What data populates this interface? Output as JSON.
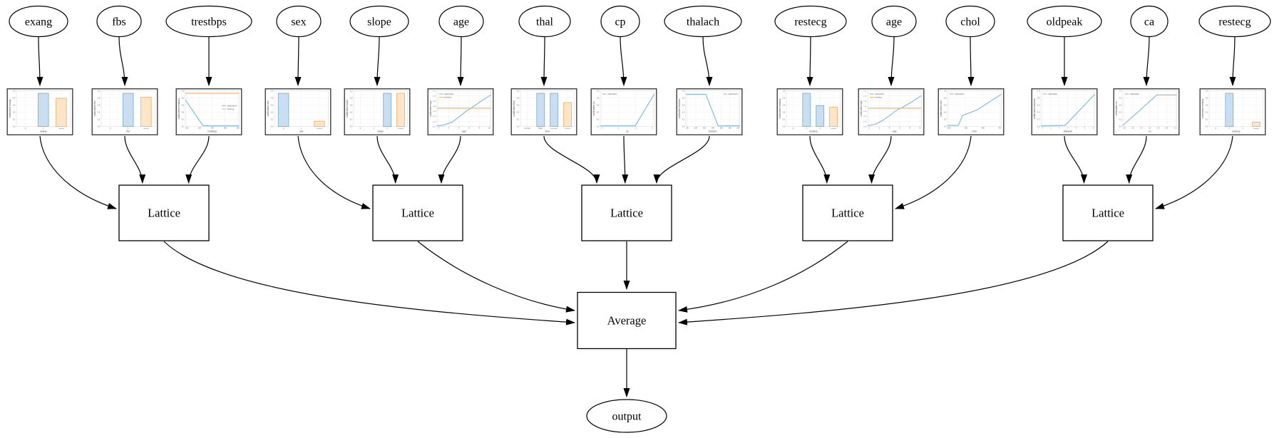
{
  "nodes": {
    "features": [
      {
        "label": "exang"
      },
      {
        "label": "fbs"
      },
      {
        "label": "trestbps"
      },
      {
        "label": "sex"
      },
      {
        "label": "slope"
      },
      {
        "label": "age"
      },
      {
        "label": "thal"
      },
      {
        "label": "cp"
      },
      {
        "label": "thalach"
      },
      {
        "label": "restecg"
      },
      {
        "label": "age"
      },
      {
        "label": "chol"
      },
      {
        "label": "oldpeak"
      },
      {
        "label": "ca"
      },
      {
        "label": "restecg"
      }
    ],
    "lattices": [
      {
        "label": "Lattice"
      },
      {
        "label": "Lattice"
      },
      {
        "label": "Lattice"
      },
      {
        "label": "Lattice"
      },
      {
        "label": "Lattice"
      }
    ],
    "average": {
      "label": "Average"
    },
    "output": {
      "label": "output"
    }
  },
  "groups": [
    [
      0,
      1,
      2
    ],
    [
      3,
      4,
      5
    ],
    [
      6,
      7,
      8
    ],
    [
      9,
      10,
      11
    ],
    [
      12,
      13,
      14
    ]
  ],
  "colors": {
    "calibrated_line": "#85bbdf",
    "calibrated_bar_fill": "#c9def0",
    "calibrated_bar_stroke": "#72a9cf",
    "missing_line": "#f9b26a",
    "missing_bar_fill": "#fde5ca",
    "missing_bar_stroke": "#f3a960",
    "edge": "#000000",
    "node_border": "#000000",
    "chart_border": "#3f3f3f"
  },
  "chart_data": [
    {
      "type": "bar",
      "ylabel": "calibrated exang",
      "xlabel": "exang",
      "categories": [
        "0",
        "1",
        "missing"
      ],
      "values": [
        0,
        1.0,
        0.85
      ],
      "bar_series": [
        "calibrated",
        "calibrated",
        "missing"
      ],
      "y_ticks": [
        "0.0",
        "0.2",
        "0.4",
        "0.6",
        "0.8",
        "1.0"
      ],
      "legend": null
    },
    {
      "type": "bar",
      "ylabel": "calibrated fbs",
      "xlabel": "fbs",
      "categories": [
        "0",
        "1",
        "missing"
      ],
      "values": [
        0,
        1.0,
        0.88
      ],
      "bar_series": [
        "calibrated",
        "calibrated",
        "missing"
      ],
      "y_ticks": [
        "0.0",
        "0.2",
        "0.4",
        "0.6",
        "0.8",
        "1.0"
      ],
      "legend": null
    },
    {
      "type": "line",
      "ylabel": "calibrated trestbps",
      "xlabel": "trestbps",
      "x_ticks": [
        "100",
        "120",
        "140",
        "160",
        "180"
      ],
      "y_ticks": [
        "0.0",
        "0.2",
        "0.4",
        "0.6",
        "0.8",
        "1.0"
      ],
      "series": [
        {
          "name": "calibrated",
          "points": [
            [
              0,
              0.8
            ],
            [
              0.33,
              0.02
            ],
            [
              1,
              0.02
            ]
          ]
        },
        {
          "name": "missing",
          "points": [
            [
              0,
              1.0
            ],
            [
              1,
              1.0
            ]
          ]
        }
      ],
      "legend": {
        "entries": [
          "calibrated",
          "missing"
        ],
        "position": "right-center"
      }
    },
    {
      "type": "bar",
      "ylabel": "calibrated sex",
      "xlabel": "sex",
      "categories": [
        "0",
        "1",
        "missing"
      ],
      "values": [
        1.0,
        0,
        0.16
      ],
      "bar_series": [
        "calibrated",
        "calibrated",
        "missing"
      ],
      "y_ticks": [
        "0.0",
        "0.2",
        "0.4",
        "0.6",
        "0.8",
        "1.0"
      ],
      "legend": null
    },
    {
      "type": "bar",
      "ylabel": "calibrated slope",
      "xlabel": "slope",
      "categories": [
        "0",
        "1",
        "2",
        "missing"
      ],
      "values": [
        0,
        0,
        1.0,
        1.0
      ],
      "bar_series": [
        "calibrated",
        "calibrated",
        "calibrated",
        "missing"
      ],
      "y_ticks": [
        "0.0",
        "0.2",
        "0.4",
        "0.6",
        "0.8",
        "1.0"
      ],
      "legend": null
    },
    {
      "type": "line",
      "ylabel": "calibrated age",
      "xlabel": "age",
      "x_ticks": [
        "0",
        "2",
        "4",
        "6",
        "8",
        "10"
      ],
      "y_ticks": [
        "0.00",
        "0.25",
        "0.50",
        "0.75",
        "1.00",
        "1.25",
        "1.50",
        "1.75"
      ],
      "series": [
        {
          "name": "calibrated",
          "points": [
            [
              0,
              0.02
            ],
            [
              0.12,
              0.04
            ],
            [
              0.28,
              0.13
            ],
            [
              0.42,
              0.3
            ],
            [
              0.55,
              0.47
            ],
            [
              0.63,
              0.55
            ],
            [
              0.78,
              0.72
            ],
            [
              1,
              0.95
            ]
          ]
        },
        {
          "name": "missing",
          "points": [
            [
              0,
              0.55
            ],
            [
              1,
              0.55
            ]
          ]
        }
      ],
      "legend": {
        "entries": [
          "calibrated",
          "missing"
        ],
        "position": "top-left"
      }
    },
    {
      "type": "bar",
      "ylabel": "calibrated thal",
      "xlabel": "thal",
      "categories": [
        "normal",
        "fixed",
        "reversible",
        "missing"
      ],
      "values": [
        0,
        1.0,
        1.0,
        0.72
      ],
      "bar_series": [
        "calibrated",
        "calibrated",
        "calibrated",
        "missing"
      ],
      "y_ticks": [
        "0.0",
        "0.2",
        "0.4",
        "0.6",
        "0.8",
        "1.0"
      ],
      "legend": null
    },
    {
      "type": "line",
      "ylabel": "calibrated cp",
      "xlabel": "cp",
      "x_ticks": [
        "0",
        "1",
        "2",
        "3"
      ],
      "y_ticks": [
        "0.0",
        "0.2",
        "0.4",
        "0.6",
        "0.8",
        "1.0"
      ],
      "series": [
        {
          "name": "calibrated",
          "points": [
            [
              0,
              0.02
            ],
            [
              0.65,
              0.02
            ],
            [
              1,
              0.97
            ]
          ]
        }
      ],
      "legend": {
        "entries": [
          "calibrated"
        ],
        "position": "top-left"
      }
    },
    {
      "type": "line",
      "ylabel": "calibrated thalach",
      "xlabel": "thalach",
      "x_ticks": [
        "80",
        "100",
        "120",
        "140",
        "160",
        "180",
        "200"
      ],
      "y_ticks": [
        "0.0",
        "0.2",
        "0.4",
        "0.6",
        "0.8",
        "1.0"
      ],
      "series": [
        {
          "name": "calibrated",
          "points": [
            [
              0,
              0.97
            ],
            [
              0.37,
              0.97
            ],
            [
              0.6,
              0.02
            ],
            [
              1,
              0.02
            ]
          ]
        }
      ],
      "legend": {
        "entries": [
          "calibrated"
        ],
        "position": "top-right"
      }
    },
    {
      "type": "bar",
      "ylabel": "calibrated restecg",
      "xlabel": "restecg",
      "categories": [
        "0",
        "1",
        "2",
        "missing"
      ],
      "values": [
        0,
        1.0,
        0.63,
        0.58
      ],
      "bar_series": [
        "calibrated",
        "calibrated",
        "calibrated",
        "missing"
      ],
      "y_ticks": [
        "0.0",
        "0.2",
        "0.4",
        "0.6",
        "0.8",
        "1.0"
      ],
      "legend": null
    },
    {
      "type": "line",
      "ylabel": "calibrated age",
      "xlabel": "age",
      "x_ticks": [
        "0",
        "2",
        "4",
        "6",
        "8",
        "10"
      ],
      "y_ticks": [
        "0.00",
        "0.25",
        "0.50",
        "0.75",
        "1.00",
        "1.25",
        "1.50",
        "1.75"
      ],
      "series": [
        {
          "name": "calibrated",
          "points": [
            [
              0,
              0.02
            ],
            [
              0.15,
              0.07
            ],
            [
              0.3,
              0.2
            ],
            [
              0.45,
              0.38
            ],
            [
              0.57,
              0.52
            ],
            [
              0.62,
              0.55
            ],
            [
              0.78,
              0.7
            ],
            [
              1,
              0.93
            ]
          ]
        },
        {
          "name": "missing",
          "points": [
            [
              0,
              0.55
            ],
            [
              1,
              0.55
            ]
          ]
        }
      ],
      "legend": {
        "entries": [
          "calibrated",
          "missing"
        ],
        "position": "top-left"
      }
    },
    {
      "type": "line",
      "ylabel": "calibrated chol",
      "xlabel": "chol",
      "x_ticks": [
        "200",
        "300",
        "400",
        "500"
      ],
      "y_ticks": [
        "0.0",
        "0.2",
        "0.4",
        "0.6",
        "0.8",
        "1.0"
      ],
      "series": [
        {
          "name": "calibrated",
          "points": [
            [
              0,
              0.03
            ],
            [
              0.2,
              0.03
            ],
            [
              0.28,
              0.33
            ],
            [
              0.55,
              0.5
            ],
            [
              1,
              0.97
            ]
          ]
        }
      ],
      "legend": {
        "entries": [
          "calibrated"
        ],
        "position": "top-left"
      }
    },
    {
      "type": "line",
      "ylabel": "calibrated oldpeak",
      "xlabel": "oldpeak",
      "x_ticks": [
        "0",
        "1",
        "2",
        "3",
        "4",
        "5",
        "6"
      ],
      "y_ticks": [
        "0.0",
        "0.2",
        "0.4",
        "0.6",
        "0.8",
        "1.0"
      ],
      "series": [
        {
          "name": "calibrated",
          "points": [
            [
              0,
              0.02
            ],
            [
              0.45,
              0.03
            ],
            [
              1,
              0.97
            ]
          ]
        }
      ],
      "legend": {
        "entries": [
          "calibrated"
        ],
        "position": "top-left"
      }
    },
    {
      "type": "line",
      "ylabel": "calibrated ca",
      "xlabel": "ca",
      "x_ticks": [
        "0.0",
        "0.5",
        "1.0",
        "1.5",
        "2.0",
        "2.5",
        "3.0"
      ],
      "y_ticks": [
        "0.0",
        "0.2",
        "0.4",
        "0.6",
        "0.8",
        "1.0"
      ],
      "series": [
        {
          "name": "calibrated",
          "points": [
            [
              0,
              0.03
            ],
            [
              0.63,
              0.95
            ],
            [
              1,
              0.95
            ]
          ]
        }
      ],
      "legend": {
        "entries": [
          "calibrated"
        ],
        "position": "top-left"
      }
    },
    {
      "type": "bar",
      "ylabel": "calibrated restecg",
      "xlabel": "restecg",
      "categories": [
        "0",
        "1",
        "2",
        "missing"
      ],
      "values": [
        0,
        1.0,
        0,
        0.13
      ],
      "bar_series": [
        "calibrated",
        "calibrated",
        "calibrated",
        "missing"
      ],
      "y_ticks": [
        "0.0",
        "0.2",
        "0.4",
        "0.6",
        "0.8",
        "1.0"
      ],
      "legend": null
    }
  ]
}
